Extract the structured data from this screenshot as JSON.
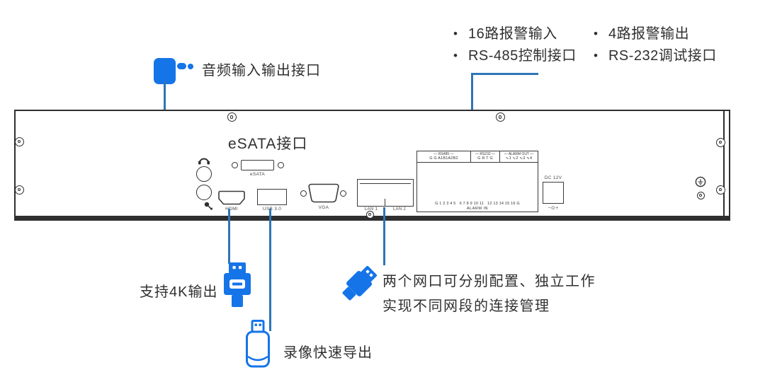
{
  "colors": {
    "icon_blue": "#1574E8",
    "callout_line_blue": "#2E75B6",
    "panel_outline": "#2F2F2F"
  },
  "callouts": {
    "audio_label": "音频输入输出接口",
    "esata_label": "eSATA接口",
    "hdmi_label": "支持4K输出",
    "usb_label": "录像快速导出",
    "network_line1": "两个网口可分别配置、独立工作",
    "network_line2": "实现不同网段的连接管理",
    "bullet_char": "•",
    "bullets_left": [
      "16路报警输入",
      "RS-485控制接口"
    ],
    "bullets_right": [
      "4路报警输出",
      "RS-232调试接口"
    ]
  },
  "panel": {
    "esata": "eSATA",
    "hdmi": "HDMI",
    "usb": "USB 3.0",
    "vga": "VGA",
    "lan1": "LAN 1",
    "lan2": "LAN 2",
    "dc": "DC 12V",
    "dc_polarity": "−⊙+",
    "rs485_title": "— RS485 —",
    "rs485_pins": "G G A1B1A2B2",
    "rs232_title": "— RS232 —",
    "rs232_pins": "G R T G",
    "alarm_out_title": "— ALARM OUT —",
    "alarm_out_pins": "∿1 ∿2 ∿3 ∿4",
    "alarm_in_pins": "G 1 2 3 4 5   6 7 8 9 10 11   12 13 14 15 16 G",
    "alarm_in": "ALARM IN"
  }
}
